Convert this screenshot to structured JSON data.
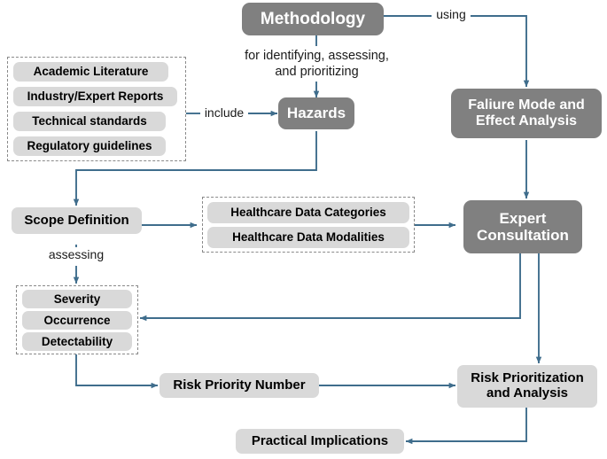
{
  "diagram": {
    "title_node": {
      "label": "Methodology"
    },
    "edge_labels": {
      "using": "using",
      "for_identifying": "for identifying, assessing,\nand prioritizing",
      "include": "include",
      "assessing": "assessing"
    },
    "sources_group": {
      "items": [
        {
          "label": "Academic Literature"
        },
        {
          "label": "Industry/Expert Reports"
        },
        {
          "label": "Technical standards"
        },
        {
          "label": "Regulatory guidelines"
        }
      ]
    },
    "hazards": {
      "label": "Hazards"
    },
    "fmea": {
      "label": "Faliure Mode and\nEffect Analysis"
    },
    "scope_definition": {
      "label": "Scope Definition"
    },
    "healthcare_group": {
      "items": [
        {
          "label": "Healthcare Data Categories"
        },
        {
          "label": "Healthcare Data Modalities"
        }
      ]
    },
    "expert_consultation": {
      "label": "Expert\nConsultation"
    },
    "rpn_factors_group": {
      "items": [
        {
          "label": "Severity"
        },
        {
          "label": "Occurrence"
        },
        {
          "label": "Detectability"
        }
      ]
    },
    "risk_priority_number": {
      "label": "Risk Priority Number"
    },
    "risk_prioritization": {
      "label": "Risk Prioritization\nand Analysis"
    },
    "practical_implications": {
      "label": "Practical Implications"
    },
    "colors": {
      "node_dark": "#808080",
      "node_light": "#d9d9d9",
      "connector": "#3f6d8c",
      "group_border": "#8a8a8a",
      "text_dark": "#000000",
      "text_light": "#ffffff",
      "background": "#ffffff"
    }
  }
}
